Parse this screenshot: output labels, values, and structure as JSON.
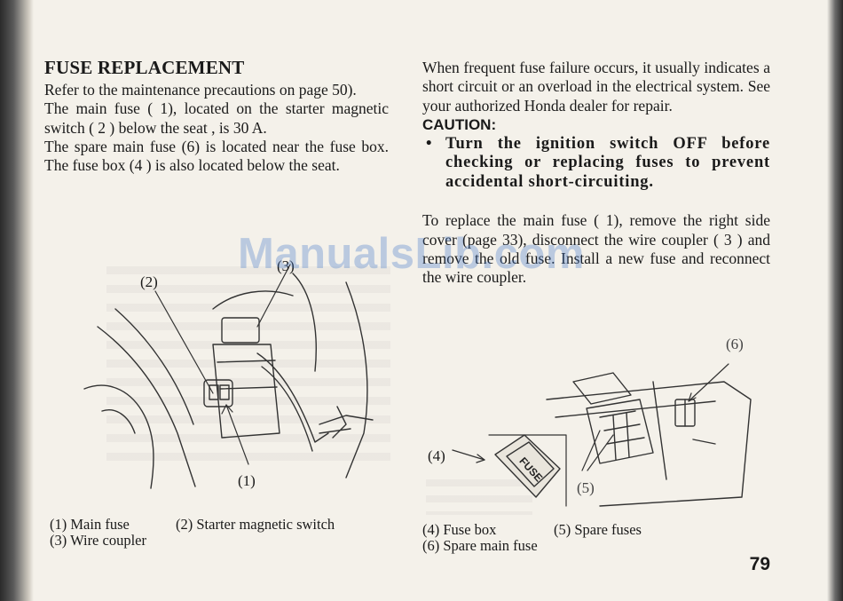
{
  "left": {
    "title": "FUSE REPLACEMENT",
    "paragraphs": [
      "Refer to the maintenance precautions on page 50).",
      "The main fuse ( 1), located on the starter magnetic switch ( 2 ) below the seat , is 30 A.",
      "The spare main fuse (6) is located near the fuse box. The fuse box (4 ) is also located below the seat."
    ],
    "callouts": {
      "c1": "(1)",
      "c2": "(2)",
      "c3": "(3)"
    },
    "captions": {
      "c1": "(1) Main fuse",
      "c2": "(2) Starter magnetic switch",
      "c3": "(3) Wire coupler"
    }
  },
  "right": {
    "paragraph1": "When frequent fuse failure occurs, it usually indicates a short circuit or an overload in the electrical system. See your authorized Honda dealer for repair.",
    "caution_label": "CAUTION:",
    "caution_text": "Turn the ignition switch OFF before checking or replacing fuses to prevent accidental short-circuiting.",
    "paragraph2": "To replace the main fuse ( 1), remove the right side cover (page 33), disconnect the wire coupler ( 3 ) and remove the old fuse. Install a new fuse and reconnect the wire coupler.",
    "callouts": {
      "c4": "(4)",
      "c5": "(5)",
      "c6": "(6)",
      "fuse_label": "FUSE"
    },
    "captions": {
      "c4": "(4) Fuse box",
      "c5": "(5) Spare fuses",
      "c6": "(6) Spare main fuse"
    }
  },
  "page_number": "79",
  "watermark": "ManualsLib.com"
}
